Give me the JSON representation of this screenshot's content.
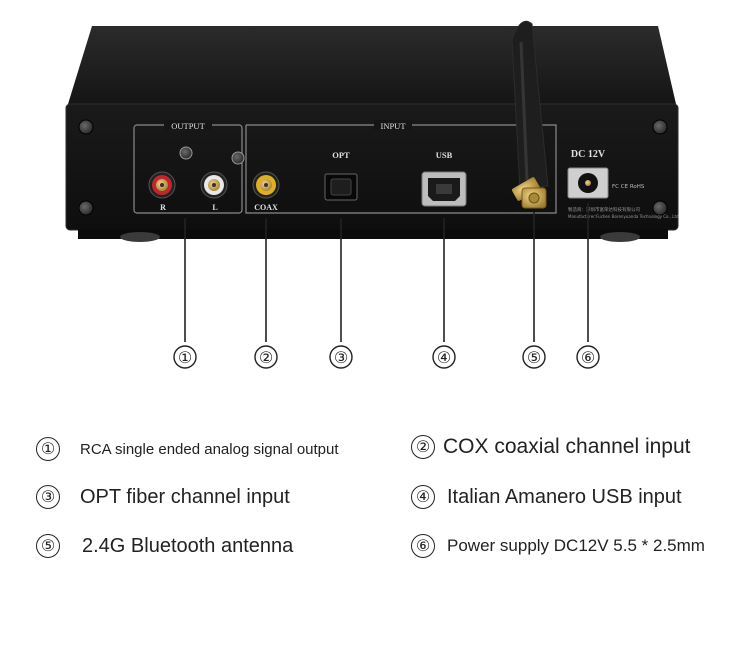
{
  "device": {
    "panel_labels": {
      "output": "OUTPUT",
      "input": "INPUT",
      "r": "R",
      "l": "L",
      "coax": "COAX",
      "opt": "OPT",
      "usb": "USB",
      "dc": "DC 12V",
      "manufacturer_line1": "製造商：深圳市富荣达科技有限公司",
      "manufacturer_line2": "Manufacturer:Fuchen Borenyuanda Technology Co., Ltd"
    },
    "callouts": [
      "①",
      "②",
      "③",
      "④",
      "⑤",
      "⑥"
    ]
  },
  "legend": [
    {
      "num": "①",
      "text": "RCA single ended analog signal output"
    },
    {
      "num": "②",
      "text": "COX coaxial channel input"
    },
    {
      "num": "③",
      "text": "OPT fiber channel input"
    },
    {
      "num": "④",
      "text": "Italian Amanero USB input"
    },
    {
      "num": "⑤",
      "text": "2.4G Bluetooth antenna"
    },
    {
      "num": "⑥",
      "text": "Power supply DC12V 5.5 * 2.5mm"
    }
  ],
  "colors": {
    "chassis": "#1c1c1c",
    "panel": "#141414",
    "rca_red": "#c0262a",
    "rca_white": "#e8e8e8",
    "rca_yellow": "#e0b020",
    "gold": "#c9a24a",
    "leader": "#222222"
  }
}
